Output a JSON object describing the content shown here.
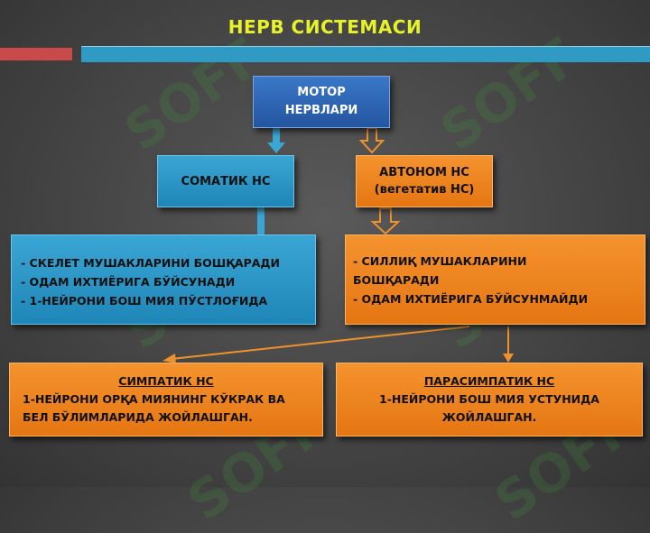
{
  "title": "НЕРВ СИСТЕМАСИ",
  "watermark": "SOFF",
  "boxes": {
    "motor": {
      "line1": "МОТОР",
      "line2": "НЕРВЛАРИ"
    },
    "somatik": {
      "label": "СОМАТИК НС"
    },
    "avtonom": {
      "line1": "АВТОНОМ НС",
      "line2": "(вегетатив НС)"
    },
    "somatik_details": [
      "- СКЕЛЕТ МУШАКЛАРИНИ БОШҚАРАДИ",
      "- ОДАМ ИХТИЁРИГА БЎЙСУНАДИ",
      "- 1-НЕЙРОНИ БОШ МИЯ ПЎСТЛОҒИДА"
    ],
    "avtonom_details": [
      "- СИЛЛИҚ МУШАКЛАРИНИ",
      "БОШҚАРАДИ",
      "- ОДАМ ИХТИЁРИГА БЎЙСУНМАЙДИ"
    ],
    "simpatik": {
      "heading": "СИМПАТИК НС",
      "line1": "1-НЕЙРОНИ ОРҚА МИЯНИНГ КЎКРАК ВА",
      "line2": "БЕЛ БЎЛИМЛАРИДА ЖОЙЛАШГАН."
    },
    "parasimpatik": {
      "heading": "ПАРАСИМПАТИК НС",
      "line1": "1-НЕЙРОНИ БОШ МИЯ УСТУНИДА",
      "line2": "ЖОЙЛАШГАН."
    }
  },
  "colors": {
    "title": "#e8f22a",
    "blue_box": "#2a97c8",
    "navy_box": "#2d66b4",
    "orange_box": "#ee8420",
    "red_bar": "#c84a4a"
  }
}
